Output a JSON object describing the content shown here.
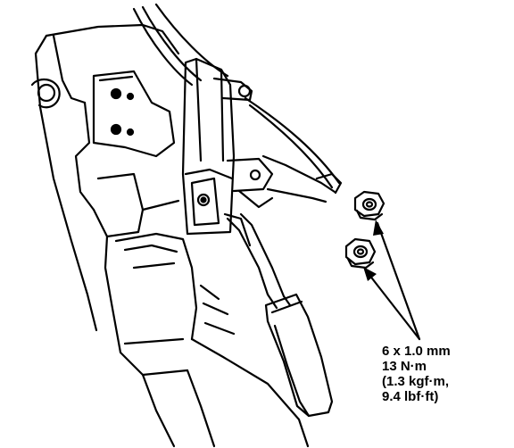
{
  "colors": {
    "ink": "#000000",
    "paper": "#ffffff"
  },
  "spec": {
    "lines": [
      "6 x 1.0 mm",
      "13 N·m",
      "(1.3 kgf·m,",
      "9.4 lbf·ft)"
    ]
  }
}
